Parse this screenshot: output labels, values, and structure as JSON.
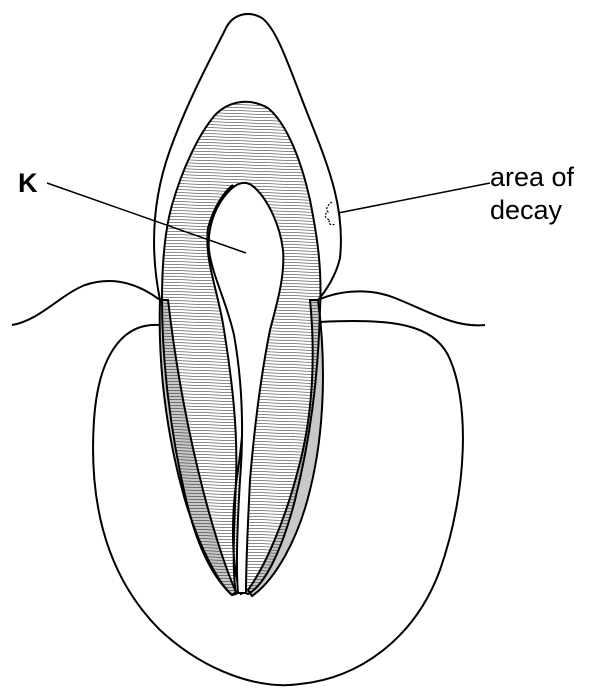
{
  "labels": {
    "k": "K",
    "decay_line1": "area of",
    "decay_line2": "decay"
  },
  "colors": {
    "outline": "#000000",
    "hatching": "#000000",
    "cement_layer": "#c8c8c8",
    "background": "#ffffff"
  }
}
